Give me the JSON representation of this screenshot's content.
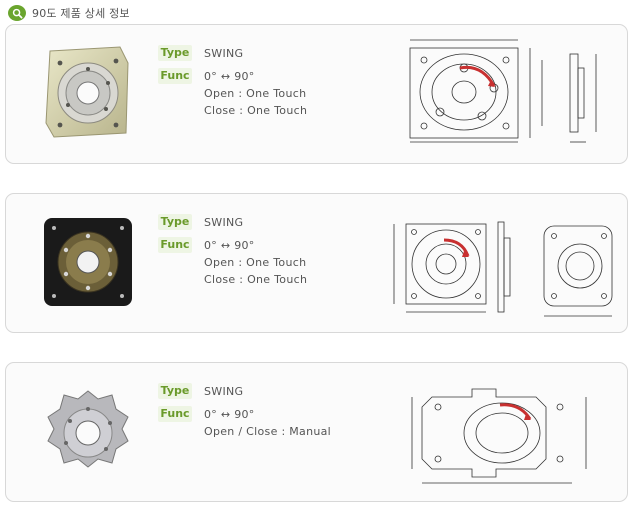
{
  "header": {
    "title": "90도 제품 상세 정보",
    "icon": "chat-bubble-icon",
    "accent": "#6aa52e"
  },
  "products": [
    {
      "type_label": "Type",
      "type_value": "SWING",
      "func_label": "Func",
      "func_lines": [
        "0° ↔ 90°",
        "Open : One Touch",
        "Close : One Touch"
      ]
    },
    {
      "type_label": "Type",
      "type_value": "SWING",
      "func_label": "Func",
      "func_lines": [
        "0° ↔ 90°",
        "Open : One Touch",
        "Close : One Touch"
      ]
    },
    {
      "type_label": "Type",
      "type_value": "SWING",
      "func_label": "Func",
      "func_lines": [
        "0° ↔ 90°",
        "Open / Close : Manual"
      ]
    }
  ],
  "colors": {
    "badge_text": "#6a9a2a",
    "badge_bg": "#eef5e4",
    "card_border": "#d8d8d8"
  }
}
